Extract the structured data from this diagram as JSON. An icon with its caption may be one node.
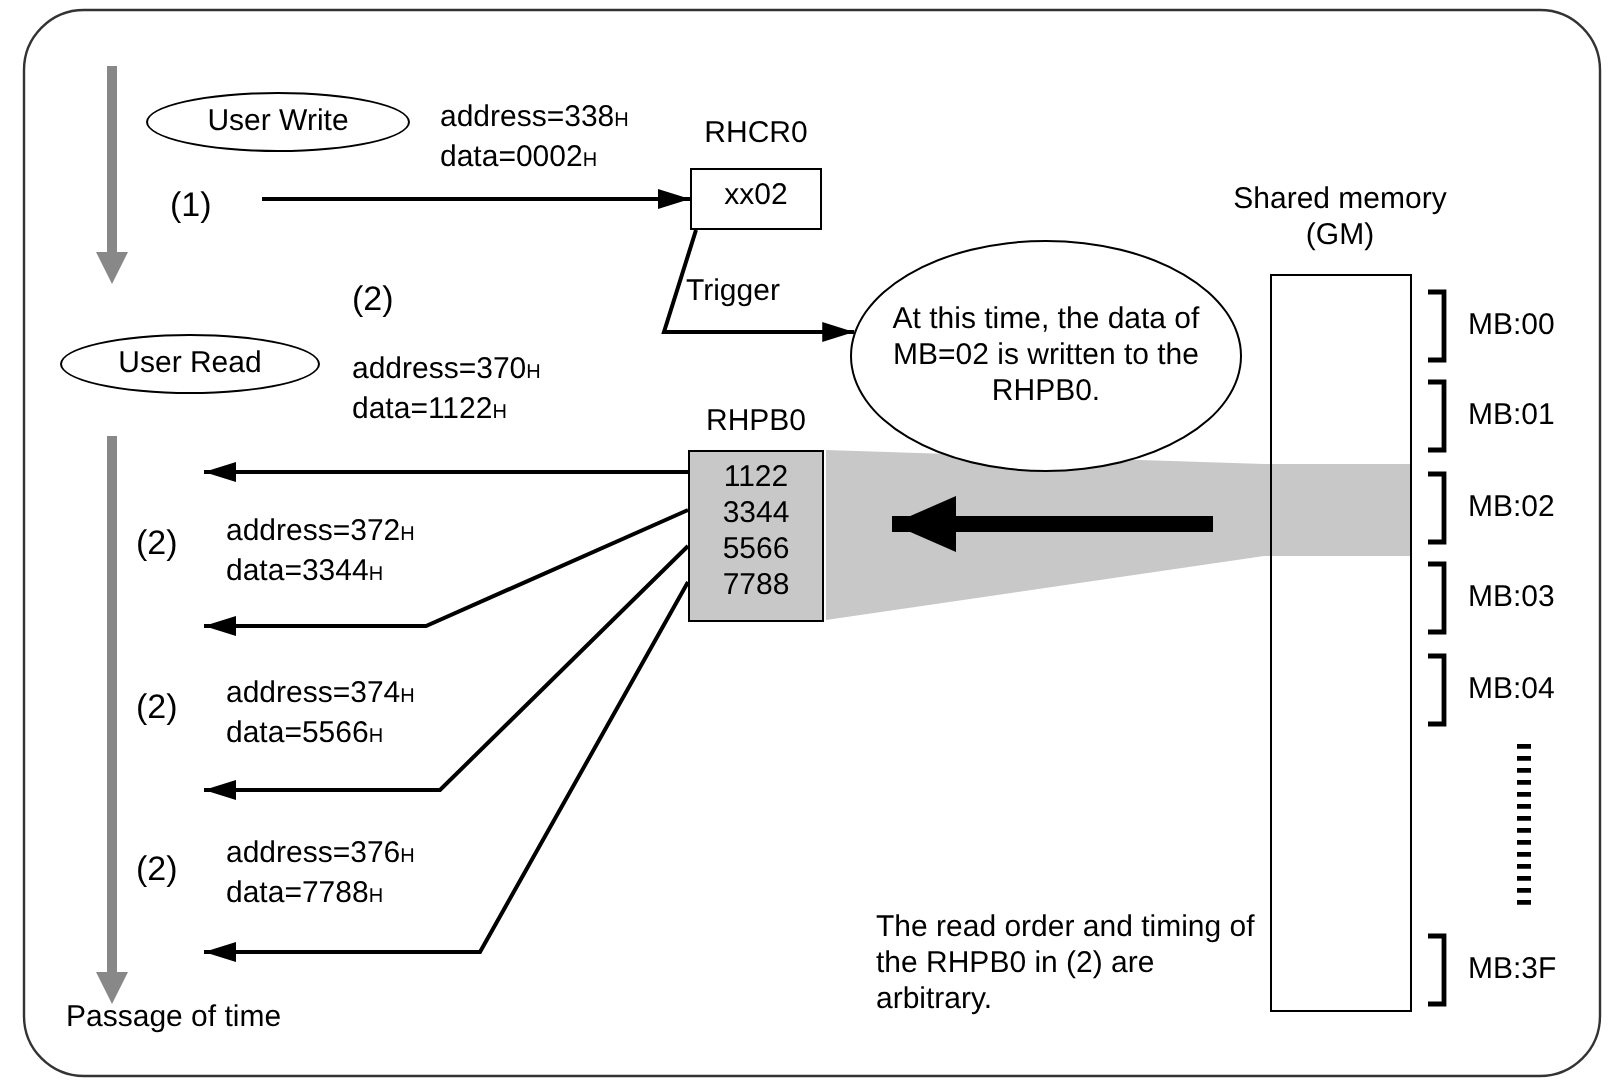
{
  "diagram": {
    "nodes": [
      {
        "text": [
          "User Write"
        ]
      },
      {
        "text": [
          "User Read"
        ]
      },
      {
        "text": [
          "RHCR0",
          "xx02"
        ]
      },
      {
        "text": [
          "At this time, the data of MB=02 is written to the RHPB0."
        ]
      },
      {
        "text": [
          "RHPB0",
          "1122 3344 5566 7788"
        ]
      },
      {
        "text": [
          "Shared memory (GM)"
        ]
      }
    ],
    "edges": [
      {
        "from": null,
        "to": 2,
        "arrow": "to",
        "label": "address=338$_{H}$ data=0002$_{H}$"
      },
      {
        "from": 2,
        "to": 3,
        "arrow": "to",
        "label": "Trigger"
      },
      {
        "from": 5,
        "to": 4,
        "arrow": "to",
        "style": "thick"
      },
      {
        "from": 4,
        "to": null,
        "arrow": "to",
        "label": "address=370$_{H}$ data=1122$_{H}$"
      },
      {
        "from": 4,
        "to": null,
        "arrow": "to",
        "label": "address=372$_{H}$ data=3344$_{H}$"
      },
      {
        "from": 4,
        "to": null,
        "arrow": "to",
        "label": "address=374$_{H}$ data=5566$_{H}$"
      },
      {
        "from": 4,
        "to": null,
        "arrow": "to",
        "label": "address=376$_{H}$ data=7788$_{H}$"
      }
    ],
    "labels": [
      "(1)",
      "(2)",
      "(2)",
      "(2)",
      "(2)",
      "MB:00",
      "MB:01",
      "MB:02",
      "MB:03",
      "MB:04",
      "MB:3F",
      "The read order and timing of the RHPB0 in (2) are arbitrary.",
      "Passage of time"
    ]
  }
}
